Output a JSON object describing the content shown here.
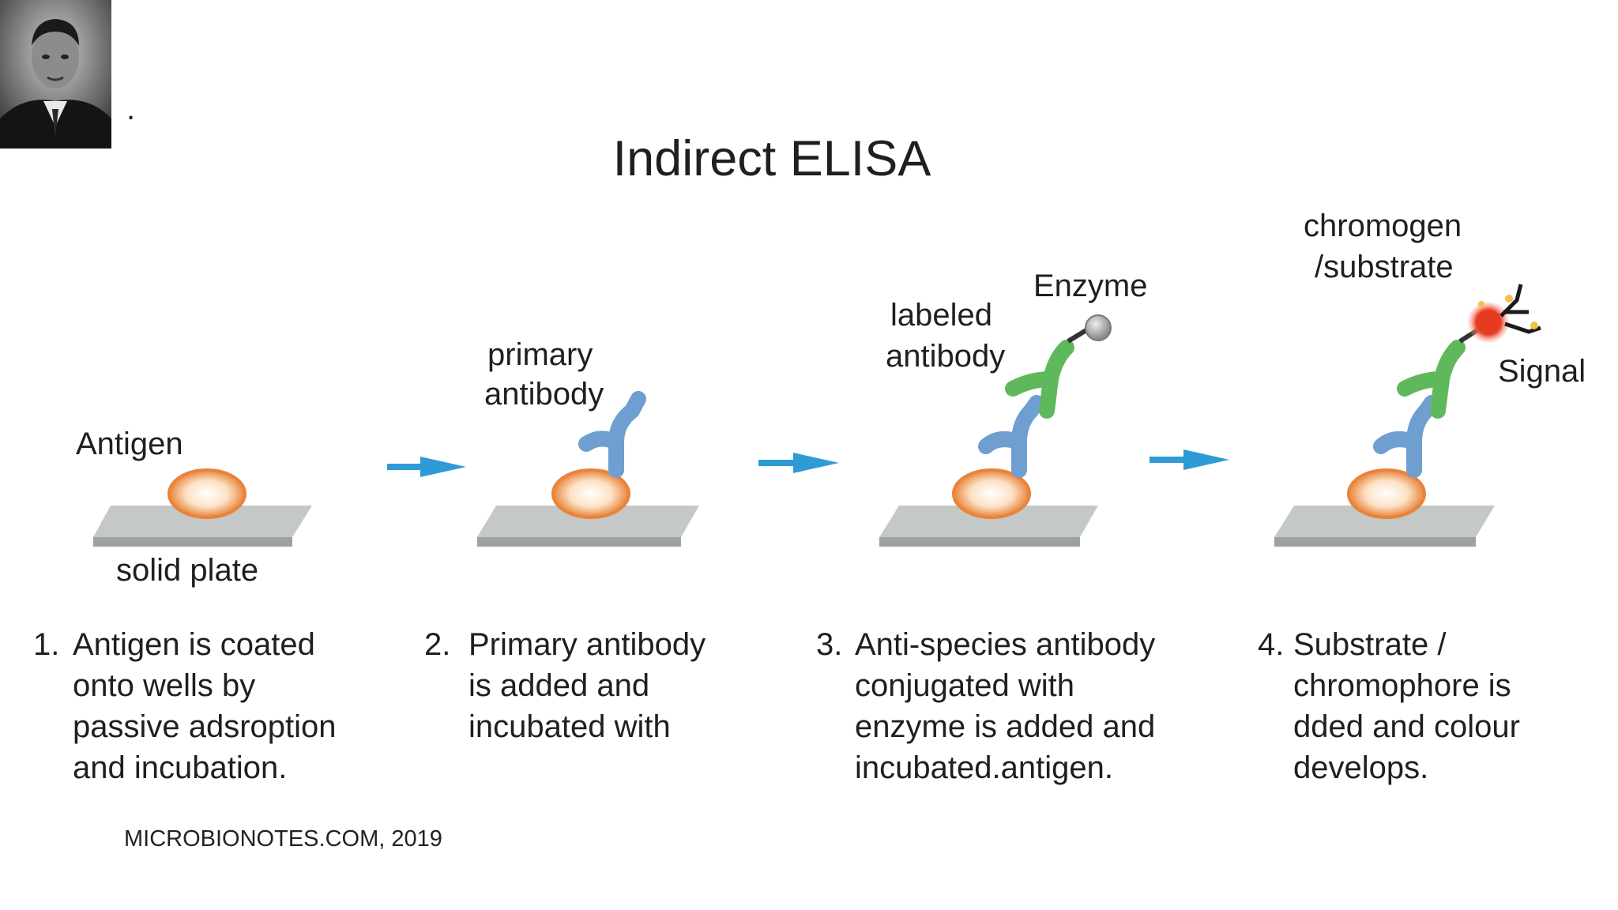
{
  "slide": {
    "bullet": ".",
    "title": "Indirect ELISA",
    "source": "MICROBIONOTES.COM, 2019"
  },
  "labels": {
    "antigen": "Antigen",
    "solid_plate": "solid plate",
    "primary_antibody_line1": "primary",
    "primary_antibody_line2": "antibody",
    "labeled_antibody_line1": "labeled",
    "labeled_antibody_line2": "antibody",
    "enzyme": "Enzyme",
    "chromogen_line1": "chromogen",
    "chromogen_line2": "/substrate",
    "signal": "Signal"
  },
  "steps": [
    {
      "number": "1.",
      "lines": [
        "Antigen is coated",
        "onto wells by",
        "passive adsroption",
        "and incubation."
      ]
    },
    {
      "number": "2.",
      "lines": [
        "Primary antibody",
        "is added and",
        "incubated with"
      ]
    },
    {
      "number": "3.",
      "lines": [
        "Anti-species antibody",
        "conjugated with",
        "enzyme is added and",
        "incubated.antigen."
      ]
    },
    {
      "number": "4.",
      "lines": [
        "Substrate /",
        "chromophore is",
        "dded and colour",
        "develops."
      ]
    }
  ],
  "colors": {
    "arrow": "#2e9bd6",
    "antigen_ring": "#e8843a",
    "plate": "#b4b9b8",
    "primary_antibody": "#6f9fd0",
    "secondary_antibody": "#5fb85c",
    "enzyme": "#9a9a9a",
    "signal": "#e53a1f"
  }
}
